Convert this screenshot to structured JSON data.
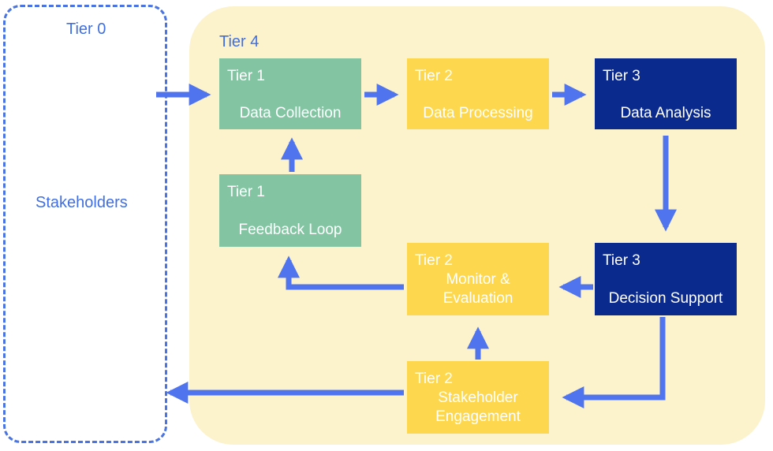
{
  "colors": {
    "tier4_background": "#fcf2cc",
    "tier0_border": "#4a74e0",
    "tier1": "#83c5a3",
    "tier2": "#fdd74e",
    "tier3": "#0b2a8e",
    "arrow": "#4f74ee",
    "label_text": "#3f6fe3"
  },
  "regions": {
    "tier0": {
      "label": "Tier 0",
      "content": "Stakeholders"
    },
    "tier4": {
      "label": "Tier 4"
    }
  },
  "nodes": {
    "data_collection": {
      "tier": "Tier 1",
      "name": "Data Collection"
    },
    "data_processing": {
      "tier": "Tier 2",
      "name": "Data Processing"
    },
    "data_analysis": {
      "tier": "Tier 3",
      "name": "Data Analysis"
    },
    "feedback_loop": {
      "tier": "Tier 1",
      "name": "Feedback Loop"
    },
    "decision_support": {
      "tier": "Tier 3",
      "name": "Decision Support"
    },
    "monitor_evaluation": {
      "tier": "Tier 2",
      "name_line1": "Monitor &",
      "name_line2": "Evaluation"
    },
    "stakeholder_engagement": {
      "tier": "Tier 2",
      "name_line1": "Stakeholder",
      "name_line2": "Engagement"
    }
  },
  "edges": [
    {
      "from": "stakeholders",
      "to": "data_collection"
    },
    {
      "from": "data_collection",
      "to": "data_processing"
    },
    {
      "from": "data_processing",
      "to": "data_analysis"
    },
    {
      "from": "data_analysis",
      "to": "decision_support"
    },
    {
      "from": "decision_support",
      "to": "monitor_evaluation"
    },
    {
      "from": "monitor_evaluation",
      "to": "feedback_loop"
    },
    {
      "from": "feedback_loop",
      "to": "data_collection"
    },
    {
      "from": "decision_support",
      "to": "stakeholder_engagement"
    },
    {
      "from": "stakeholder_engagement",
      "to": "monitor_evaluation"
    },
    {
      "from": "stakeholder_engagement",
      "to": "stakeholders"
    }
  ]
}
